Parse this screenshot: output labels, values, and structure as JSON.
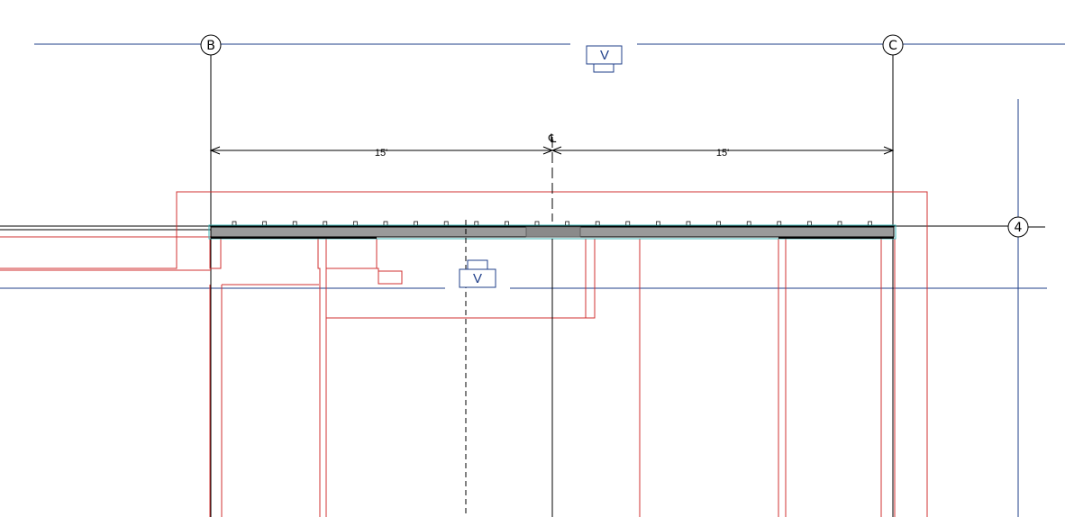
{
  "grid": {
    "bubbles": [
      {
        "id": "B",
        "label": "B"
      },
      {
        "id": "C",
        "label": "C"
      },
      {
        "id": "4",
        "label": "4"
      }
    ]
  },
  "dimensions": {
    "left_label": "15'",
    "right_label": "15'",
    "centerline_symbol": "℄"
  },
  "tags": {
    "top_tag_label": "V",
    "mid_tag_label": "V"
  },
  "colors": {
    "grid_line": "#1f3f8a",
    "structure_line": "#d03030",
    "beam_fill": "#9a9a9a",
    "beam_outline": "#3bb3b3",
    "dimension_line": "#000000"
  }
}
